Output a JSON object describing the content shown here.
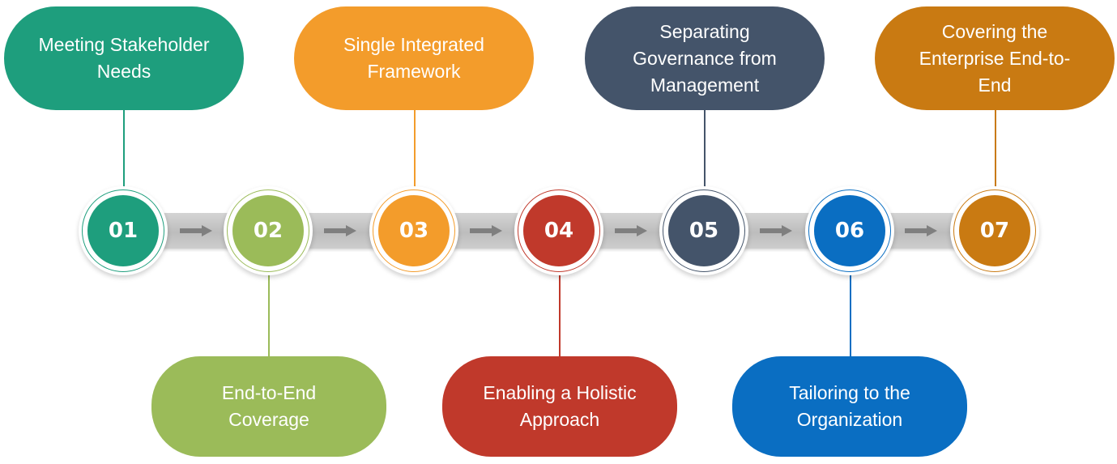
{
  "colors": {
    "step1": "#1e9e7d",
    "step2": "#9bbb59",
    "step3": "#f39c2b",
    "step4": "#c0392b",
    "step5": "#44546a",
    "step6": "#0a6ec2",
    "step7": "#c97a12",
    "bar": "#c8c8c8",
    "arrow": "#7f7f7f"
  },
  "steps": [
    {
      "number": "01",
      "label": "Meeting Stakeholder\nNeeds",
      "position": "top",
      "icon": "circle-number-icon"
    },
    {
      "number": "02",
      "label": "End-to-End\nCoverage",
      "position": "bottom",
      "icon": "circle-number-icon"
    },
    {
      "number": "03",
      "label": "Single Integrated\nFramework",
      "position": "top",
      "icon": "circle-number-icon"
    },
    {
      "number": "04",
      "label": "Enabling a Holistic\nApproach",
      "position": "bottom",
      "icon": "circle-number-icon"
    },
    {
      "number": "05",
      "label": "Separating\nGovernance from\nManagement",
      "position": "top",
      "icon": "circle-number-icon"
    },
    {
      "number": "06",
      "label": "Tailoring to the\nOrganization",
      "position": "bottom",
      "icon": "circle-number-icon"
    },
    {
      "number": "07",
      "label": "Covering the\nEnterprise End-to-\nEnd",
      "position": "top",
      "icon": "circle-number-icon"
    }
  ],
  "arrow_icon": "right-arrow-icon"
}
